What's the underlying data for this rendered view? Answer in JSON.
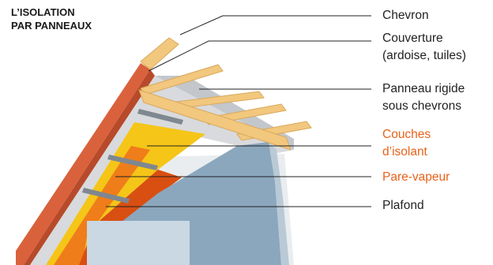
{
  "title": {
    "line1": "L’ISOLATION",
    "line2": "PAR PANNEAUX"
  },
  "labels": {
    "chevron": "Chevron",
    "couverture_line1": "Couverture",
    "couverture_line2": "(ardoise, tuiles)",
    "panneau_line1": "Panneau rigide",
    "panneau_line2": "sous chevrons",
    "couches_line1": "Couches",
    "couches_line2": "d’isolant",
    "pare_vapeur": "Pare-vapeur",
    "plafond": "Plafond"
  },
  "colors": {
    "text": "#222222",
    "highlight": "#e8621a",
    "rafter": "#f2c77e",
    "roof_covering": "#d9623c",
    "insulation_yellow": "#f5c518",
    "insulation_orange": "#ef7d1a",
    "vapor_barrier": "#d94f12",
    "ceiling": "#8ba7bd",
    "rigid_panel": "#d8dadd"
  }
}
